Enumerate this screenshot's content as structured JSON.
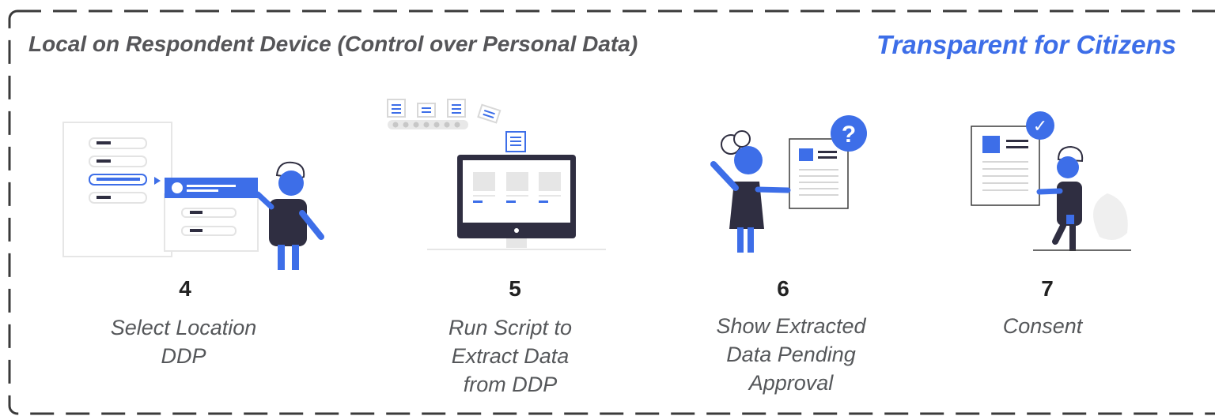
{
  "header": {
    "left": "Local on Respondent Device (Control over Personal Data)",
    "right": "Transparent for Citizens"
  },
  "steps": [
    {
      "number": "4",
      "line1": "Select Location",
      "line2": "DDP",
      "line3": ""
    },
    {
      "number": "5",
      "line1": "Run Script to",
      "line2": "Extract Data",
      "line3": "from DDP"
    },
    {
      "number": "6",
      "line1": "Show Extracted",
      "line2": "Data Pending",
      "line3": "Approval"
    },
    {
      "number": "7",
      "line1": "Consent",
      "line2": "",
      "line3": ""
    }
  ],
  "icons": {
    "question": "?",
    "check": "✓"
  },
  "colors": {
    "accent": "#3d6ee8",
    "dark": "#2f2e41",
    "header_gray": "#555558",
    "border": "#3a3a3a"
  }
}
